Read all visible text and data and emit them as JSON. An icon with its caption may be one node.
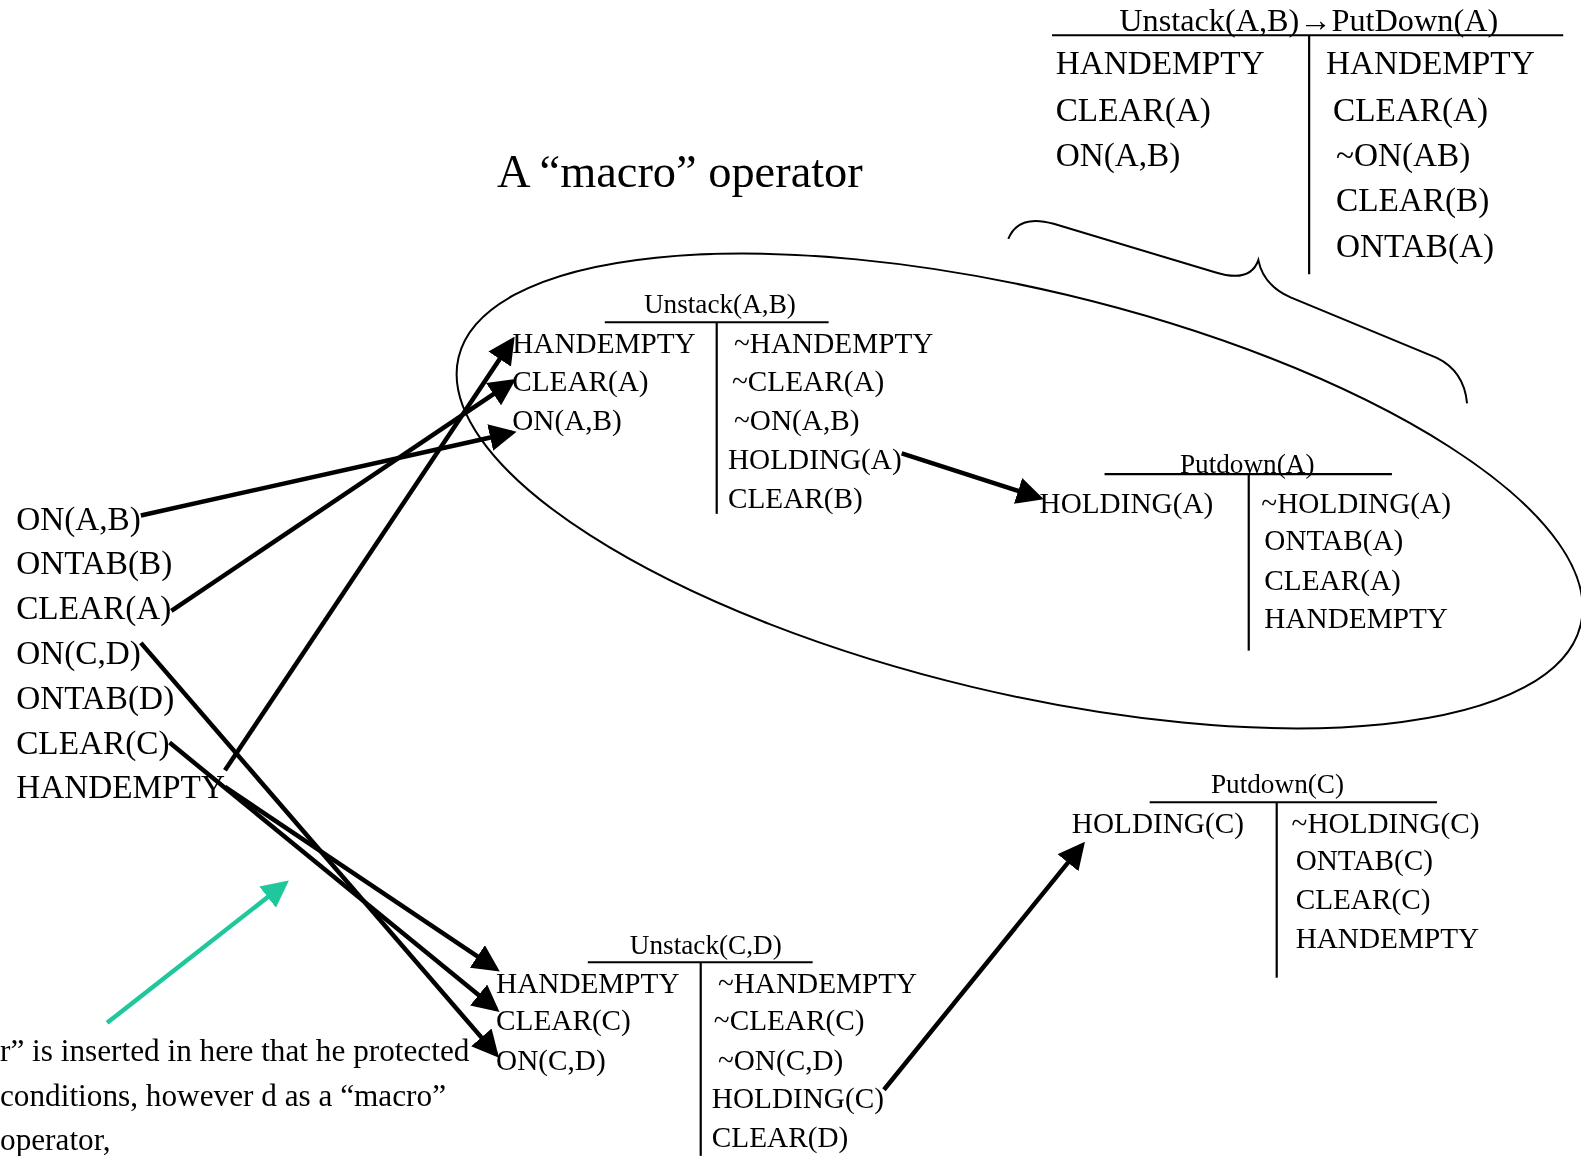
{
  "diagram": {
    "title": "A “macro” operator",
    "nodes": [
      {
        "text": [
          "Unstack(A,B)→PutDown(A)"
        ]
      },
      {
        "text": [
          "HANDEMPTY"
        ],
        "in": 0
      },
      {
        "text": [
          "CLEAR(A)"
        ],
        "in": 0
      },
      {
        "text": [
          "ON(A,B)"
        ],
        "in": 0
      },
      {
        "text": [
          "HANDEMPTY"
        ],
        "in": 0
      },
      {
        "text": [
          "CLEAR(A)"
        ],
        "in": 0
      },
      {
        "text": [
          "~ON(AB)"
        ],
        "in": 0
      },
      {
        "text": [
          "CLEAR(B)"
        ],
        "in": 0
      },
      {
        "text": [
          "ONTAB(A)"
        ],
        "in": 0
      },
      {
        "text": [],
        "shape": "ellipse"
      },
      {
        "text": [
          "Unstack(A,B)"
        ],
        "in": 9
      },
      {
        "text": [
          "HANDEMPTY"
        ],
        "in": 10
      },
      {
        "text": [
          "CLEAR(A)"
        ],
        "in": 10
      },
      {
        "text": [
          "ON(A,B)"
        ],
        "in": 10
      },
      {
        "text": [
          "~HANDEMPTY"
        ],
        "in": 10
      },
      {
        "text": [
          "~CLEAR(A)"
        ],
        "in": 10
      },
      {
        "text": [
          "~ON(A,B)"
        ],
        "in": 10
      },
      {
        "text": [
          "HOLDING(A)"
        ],
        "in": 10
      },
      {
        "text": [
          "CLEAR(B)"
        ],
        "in": 10
      },
      {
        "text": [
          "Putdown(A)"
        ],
        "in": 9
      },
      {
        "text": [
          "HOLDING(A)"
        ],
        "in": 19
      },
      {
        "text": [
          "~HOLDING(A)"
        ],
        "in": 19
      },
      {
        "text": [
          "ONTAB(A)"
        ],
        "in": 19
      },
      {
        "text": [
          "CLEAR(A)"
        ],
        "in": 19
      },
      {
        "text": [
          "HANDEMPTY"
        ],
        "in": 19
      },
      {
        "text": [
          "ON(A,B)"
        ]
      },
      {
        "text": [
          "ONTAB(B)"
        ]
      },
      {
        "text": [
          "CLEAR(A)"
        ]
      },
      {
        "text": [
          "ON(C,D)"
        ]
      },
      {
        "text": [
          "ONTAB(D)"
        ]
      },
      {
        "text": [
          "CLEAR(C)"
        ]
      },
      {
        "text": [
          "HANDEMPTY"
        ]
      },
      {
        "text": [
          "Putdown(C)"
        ]
      },
      {
        "text": [
          "HOLDING(C)"
        ],
        "in": 32
      },
      {
        "text": [
          "~HOLDING(C)"
        ],
        "in": 32
      },
      {
        "text": [
          "ONTAB(C)"
        ],
        "in": 32
      },
      {
        "text": [
          "CLEAR(C)"
        ],
        "in": 32
      },
      {
        "text": [
          "HANDEMPTY"
        ],
        "in": 32
      },
      {
        "text": [
          "Unstack(C,D)"
        ]
      },
      {
        "text": [
          "HANDEMPTY"
        ],
        "in": 38
      },
      {
        "text": [
          "CLEAR(C)"
        ],
        "in": 38
      },
      {
        "text": [
          "ON(C,D)"
        ],
        "in": 38
      },
      {
        "text": [
          "~HANDEMPTY"
        ],
        "in": 38
      },
      {
        "text": [
          "~CLEAR(C)"
        ],
        "in": 38
      },
      {
        "text": [
          "~ON(C,D)"
        ],
        "in": 38
      },
      {
        "text": [
          "HOLDING(C)"
        ],
        "in": 38
      },
      {
        "text": [
          "CLEAR(D)"
        ],
        "in": 38
      },
      {
        "text": [
          "r” is inserted in here that he protected conditions, however d as a “macro” operator,"
        ]
      }
    ],
    "edges": [
      {
        "from": 25,
        "to": 13,
        "arrow": "to"
      },
      {
        "from": 27,
        "to": 12,
        "arrow": "to"
      },
      {
        "from": 31,
        "to": 11,
        "arrow": "to"
      },
      {
        "from": 28,
        "to": 41,
        "arrow": "to"
      },
      {
        "from": 30,
        "to": 40,
        "arrow": "to"
      },
      {
        "from": 31,
        "to": 39,
        "arrow": "to"
      },
      {
        "from": 17,
        "to": 20,
        "arrow": "to"
      },
      {
        "from": 45,
        "to": 33,
        "arrow": "to"
      },
      {
        "from": 47,
        "to": null,
        "arrow": "to",
        "color": "#1fc89a"
      }
    ]
  }
}
